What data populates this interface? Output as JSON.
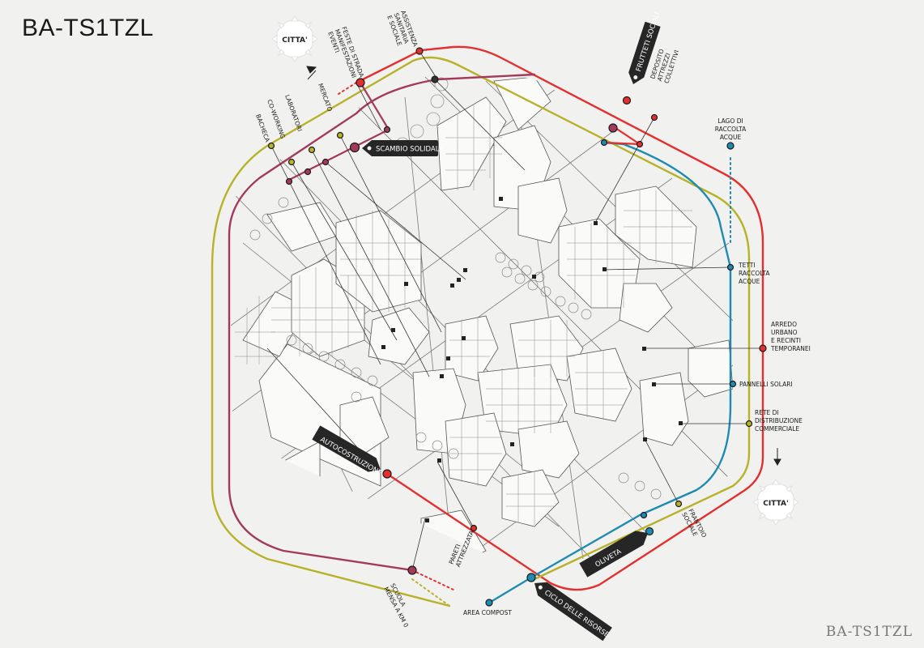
{
  "title": "BA-TS1TZL",
  "watermark": "BA-TS1TZL",
  "colors": {
    "red": "#e3302f",
    "olive": "#b8b12a",
    "purple": "#a33a5e",
    "blue": "#1f8bb0",
    "dark": "#262626",
    "map": "#555555",
    "background": "#f1f1ef"
  },
  "city_badges": [
    {
      "label": "CITTA'"
    },
    {
      "label": "CITTA'"
    }
  ],
  "tags": [
    {
      "label": "FRUTTETI SOCIALI"
    },
    {
      "label": "SCAMBIO SOLIDALE"
    },
    {
      "label": "AUTOCOSTRUZIONE"
    },
    {
      "label": "OLIVETA"
    },
    {
      "label": "CICLO DELLE RISORSE"
    }
  ],
  "labels": [
    {
      "key": "assistenza",
      "lines": [
        "ASSISTENZA",
        "SANITARIA",
        "E SOCIALE"
      ]
    },
    {
      "key": "feste",
      "lines": [
        "FESTE DI STRADA",
        "MANIFESTAZIONI",
        "EVENTI"
      ]
    },
    {
      "key": "mercato",
      "lines": [
        "MERCATO"
      ]
    },
    {
      "key": "laboratori",
      "lines": [
        "LABORATORI"
      ]
    },
    {
      "key": "coworking",
      "lines": [
        "CO-WORKING"
      ]
    },
    {
      "key": "bacheca",
      "lines": [
        "BACHECA"
      ]
    },
    {
      "key": "deposito",
      "lines": [
        "DEPOSITO",
        "ATTREZZI",
        "COLLETTIVI"
      ]
    },
    {
      "key": "lago",
      "lines": [
        "LAGO DI",
        "RACCOLTA",
        "ACQUE"
      ]
    },
    {
      "key": "tetti",
      "lines": [
        "TETTI",
        "RACCOLTA",
        "ACQUE"
      ]
    },
    {
      "key": "arredo",
      "lines": [
        "ARREDO",
        "URBANO",
        "E RECINTI",
        "TEMPORANEI"
      ]
    },
    {
      "key": "pannelli",
      "lines": [
        "PANNELLI SOLARI"
      ]
    },
    {
      "key": "rete",
      "lines": [
        "RETE DI",
        "DISTRIBUZIONE",
        "COMMERCIALE"
      ]
    },
    {
      "key": "frantoio",
      "lines": [
        "FRANTOIO",
        "SOCIALE"
      ]
    },
    {
      "key": "pareti",
      "lines": [
        "PARETI",
        "ATTREZZATA"
      ]
    },
    {
      "key": "scuola",
      "lines": [
        "SCUOLA",
        "MENSA A KM 0"
      ]
    },
    {
      "key": "compost",
      "lines": [
        "AREA COMPOST"
      ]
    }
  ]
}
